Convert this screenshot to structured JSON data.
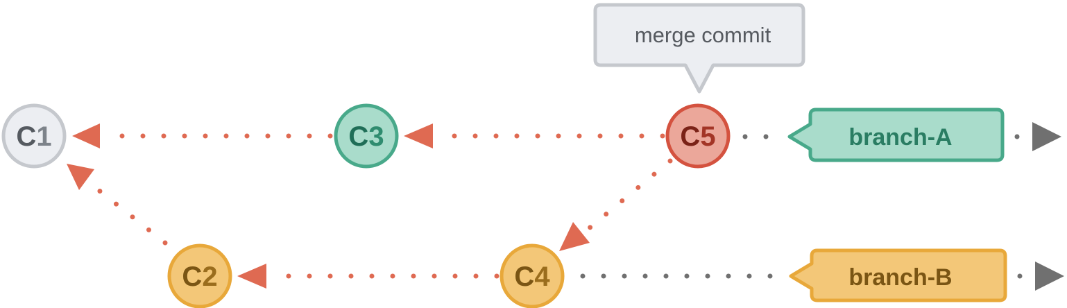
{
  "callout": {
    "text": "merge commit"
  },
  "commits": [
    {
      "id": "c1",
      "letter": "C",
      "number": "1",
      "fill": "#eceef2",
      "stroke": "#c5c8cd",
      "letter_color": "#555a60",
      "number_color": "#7d838a"
    },
    {
      "id": "c2",
      "letter": "C",
      "number": "2",
      "fill": "#f3c778",
      "stroke": "#e8a83a",
      "letter_color": "#7a5514",
      "number_color": "#9a6d1d"
    },
    {
      "id": "c3",
      "letter": "C",
      "number": "3",
      "fill": "#a9dccb",
      "stroke": "#48a98a",
      "letter_color": "#1f6e57",
      "number_color": "#2f8c6f"
    },
    {
      "id": "c4",
      "letter": "C",
      "number": "4",
      "fill": "#f3c778",
      "stroke": "#e8a83a",
      "letter_color": "#7a5514",
      "number_color": "#9a6d1d"
    },
    {
      "id": "c5",
      "letter": "C",
      "number": "5",
      "fill": "#eba79a",
      "stroke": "#d4523f",
      "letter_color": "#7a2217",
      "number_color": "#a33526"
    }
  ],
  "branches": [
    {
      "id": "branch-a",
      "label": "branch-A",
      "fill": "#a9dccb",
      "stroke": "#48a98a",
      "text_color": "#2a7d63"
    },
    {
      "id": "branch-b",
      "label": "branch-B",
      "fill": "#f3c778",
      "stroke": "#e8a83a",
      "text_color": "#7a5514"
    }
  ],
  "colors": {
    "parent_arrow": "#df6a52",
    "branch_line": "#707070",
    "callout_fill": "#eceef2",
    "callout_stroke": "#c5c8cd",
    "callout_text": "#55595f"
  }
}
